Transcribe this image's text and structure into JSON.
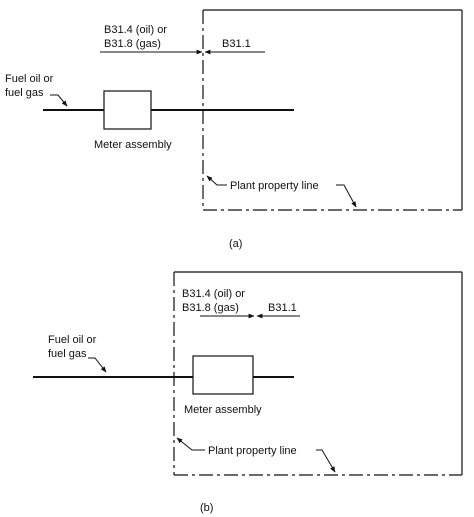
{
  "colors": {
    "ink": "#111111",
    "background": "#ffffff"
  },
  "figure_a": {
    "code_left_line1": "B31.4 (oil) or",
    "code_left_line2": "B31.8 (gas)",
    "code_right": "B31.1",
    "fuel_line1": "Fuel oil or",
    "fuel_line2": "fuel gas",
    "meter_label": "Meter assembly",
    "property_line_label": "Plant property line",
    "caption": "(a)"
  },
  "figure_b": {
    "code_left_line1": "B31.4 (oil) or",
    "code_left_line2": "B31.8 (gas)",
    "code_right": "B31.1",
    "fuel_line1": "Fuel oil or",
    "fuel_line2": "fuel gas",
    "meter_label": "Meter assembly",
    "property_line_label": "Plant property line",
    "caption": "(b)"
  }
}
